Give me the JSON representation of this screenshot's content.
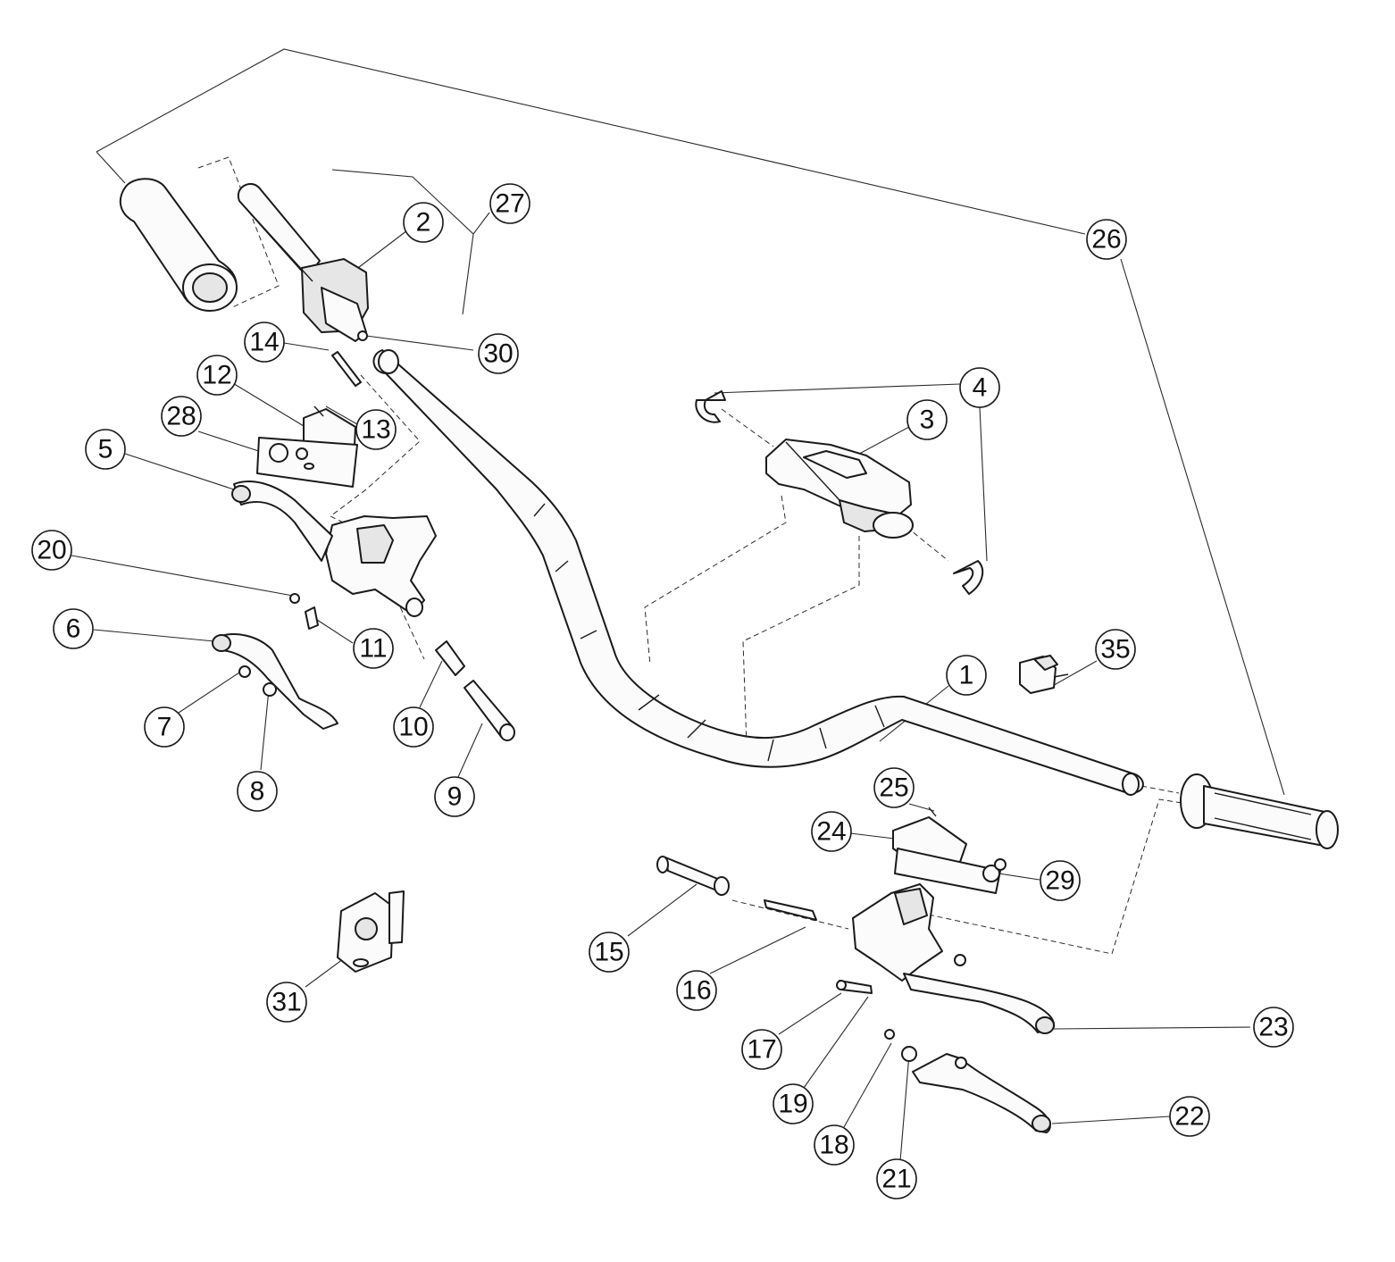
{
  "diagram": {
    "type": "exploded-parts-view",
    "subject": "handlebar-assembly",
    "callouts": [
      "1",
      "2",
      "3",
      "4",
      "5",
      "6",
      "7",
      "8",
      "9",
      "10",
      "11",
      "12",
      "13",
      "14",
      "15",
      "16",
      "17",
      "18",
      "19",
      "20",
      "21",
      "22",
      "23",
      "24",
      "25",
      "26",
      "27",
      "28",
      "29",
      "30",
      "31",
      "35"
    ]
  },
  "colors": {
    "line": "#1a1a1a",
    "background": "#ffffff",
    "part_fill": "#fbfbfb",
    "shade": "#e6e6e6"
  }
}
